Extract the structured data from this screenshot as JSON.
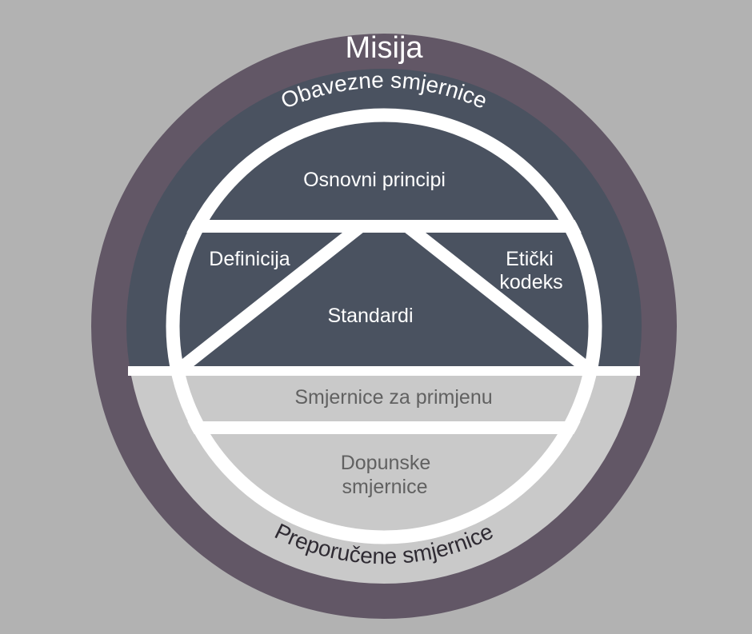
{
  "diagram": {
    "title": "Misija",
    "outer_ring_top": "Obavezne smjernice",
    "outer_ring_bottom": "Preporučene smjernice",
    "sections": {
      "top": "Osnovni principi",
      "left": "Definicija",
      "center": "Standardi",
      "right_line1": "Etički",
      "right_line2": "kodeks",
      "lower_band": "Smjernice za primjenu",
      "bottom_line1": "Dopunske",
      "bottom_line2": "smjernice"
    }
  },
  "colors": {
    "background": "#b2b2b2",
    "outer_ring": "#625766",
    "mandatory": "#4a5260",
    "recommended": "#c9c9c9",
    "divider": "#ffffff"
  }
}
